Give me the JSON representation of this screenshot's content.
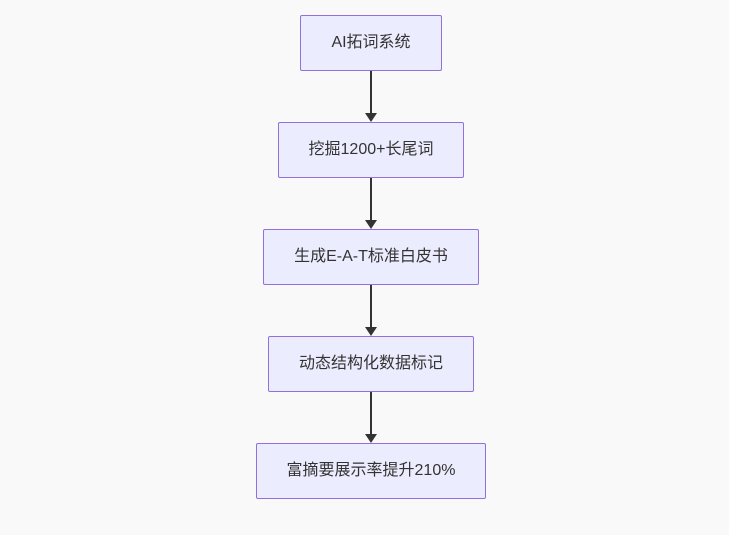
{
  "diagram": {
    "type": "flowchart",
    "direction": "top-down",
    "colors": {
      "background": "#f9f9f9",
      "node_fill": "#ECECFF",
      "node_border": "#9370DB",
      "node_text": "#333333",
      "arrow": "#333333"
    },
    "nodes": [
      {
        "label": "AI拓词系统"
      },
      {
        "label": "挖掘1200+长尾词"
      },
      {
        "label": "生成E-A-T标准白皮书"
      },
      {
        "label": "动态结构化数据标记"
      },
      {
        "label": "富摘要展示率提升210%"
      }
    ],
    "edges": [
      {
        "from": 0,
        "to": 1
      },
      {
        "from": 1,
        "to": 2
      },
      {
        "from": 2,
        "to": 3
      },
      {
        "from": 3,
        "to": 4
      }
    ]
  }
}
